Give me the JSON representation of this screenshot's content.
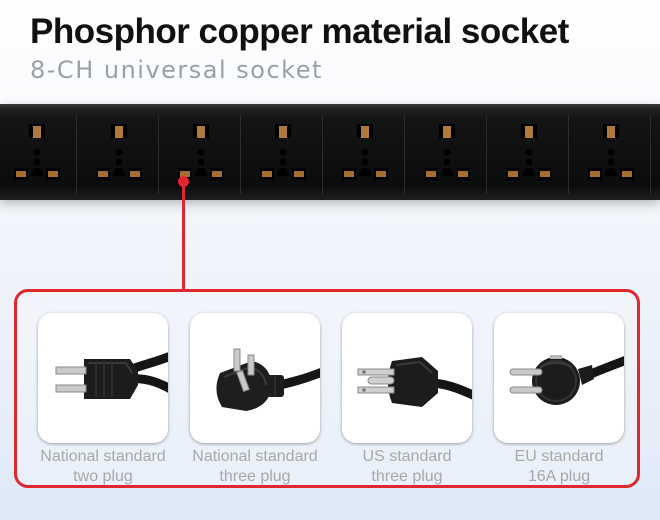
{
  "header": {
    "title": "Phosphor copper material socket",
    "subtitle": "8-CH universal socket"
  },
  "socket_strip": {
    "outlet_count": 8
  },
  "plugs": [
    {
      "line1": "National standard",
      "line2": "two plug",
      "icon": "two-pin-plug-icon"
    },
    {
      "line1": "National standard",
      "line2": "three plug",
      "icon": "three-pin-angled-plug-icon"
    },
    {
      "line1": "US standard",
      "line2": "three plug",
      "icon": "us-plug-icon"
    },
    {
      "line1": "EU standard",
      "line2": "16A plug",
      "icon": "eu-schuko-plug-icon"
    }
  ],
  "colors": {
    "accent": "#e0262f",
    "strip": "#111111",
    "label": "#a8a8a8"
  }
}
